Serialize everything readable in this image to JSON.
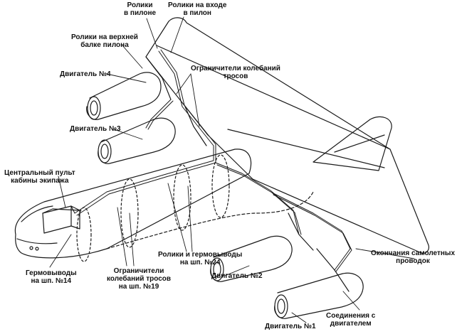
{
  "labels": {
    "pylon_rollers": [
      "Ролики",
      "в пилоне"
    ],
    "pylon_entry_rollers": [
      "Ролики на входе",
      "в пилон"
    ],
    "upper_beam_rollers": [
      "Ролики на верхней",
      "балке пилона"
    ],
    "engine4": "Двигатель №4",
    "cable_limiters_top": [
      "Ограничители  колебаний",
      "тросов"
    ],
    "engine3": "Двигатель №3",
    "central_console": [
      "Центральный пульт",
      "кабины экипажа"
    ],
    "rollers_seals_24": [
      "Ролики и гермовыводы",
      "на шп. №24"
    ],
    "fairlead_ends": [
      "Окончания самолетных",
      "проводок"
    ],
    "seals_14": [
      "Гермовыводы",
      "на шп. №14"
    ],
    "cable_limiters_19": [
      "Ограничители",
      "колебаний тросов",
      "на шп. №19"
    ],
    "engine2": "Двигатель №2",
    "engine_connections": [
      "Соединения с",
      "двигателем"
    ],
    "engine1": "Двигатель №1"
  }
}
